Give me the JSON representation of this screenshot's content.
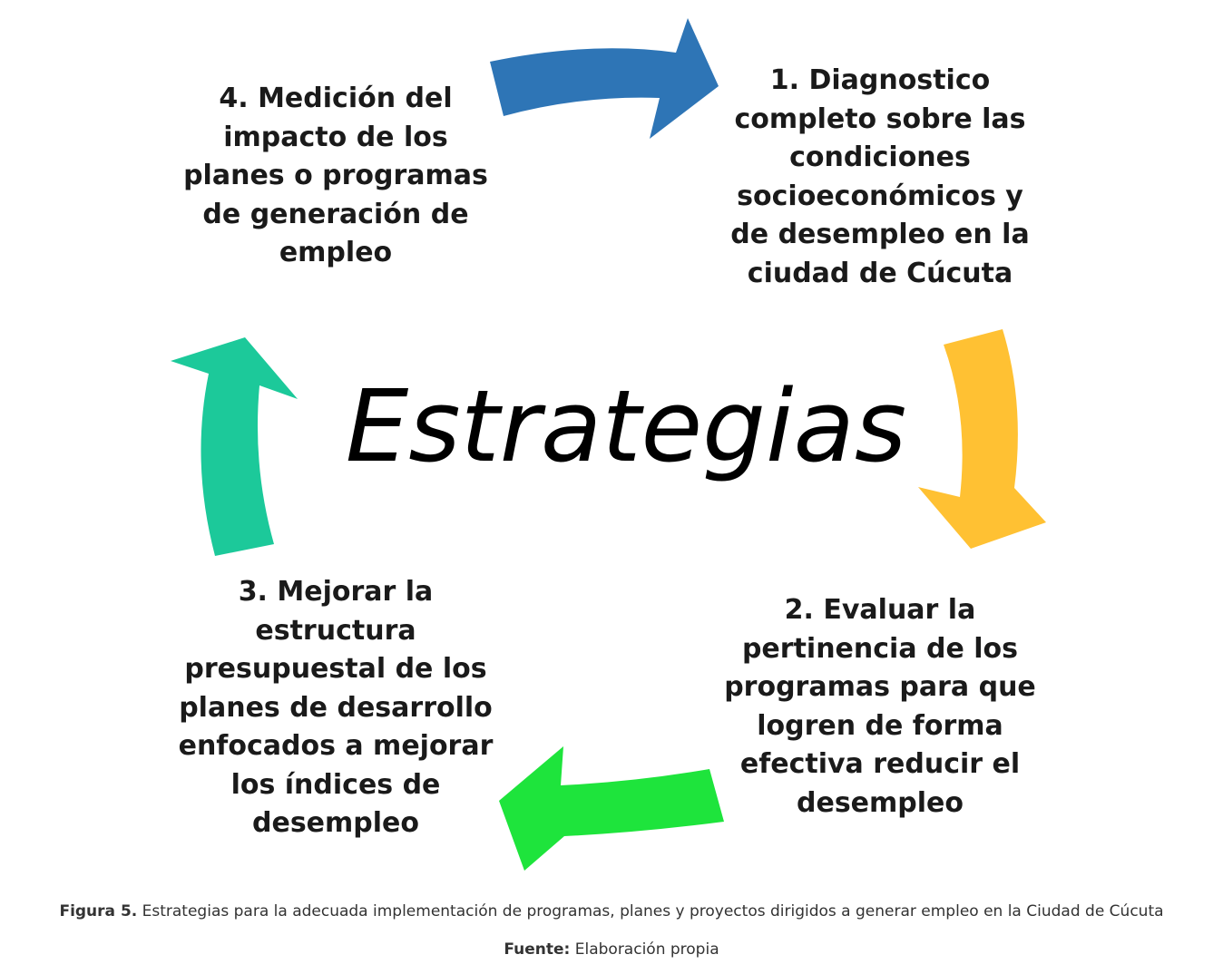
{
  "diagram": {
    "center_title": "Estrategias",
    "steps": [
      "1. Diagnostico completo sobre las condiciones socioeconómicos y de desempleo en la ciudad de Cúcuta",
      "2. Evaluar la pertinencia de los programas para que logren de forma efectiva reducir el desempleo",
      "3. Mejorar la estructura presupuestal de los planes de desarrollo enfocados a mejorar los índices de desempleo",
      "4. Medición del impacto de los planes o programas de generación de empleo"
    ],
    "arrow_colors": {
      "top": "#2E75B6",
      "right": "#FFC133",
      "bottom": "#1EE43C",
      "left": "#1CC99A"
    }
  },
  "caption": {
    "label": "Figura 5.",
    "text": " Estrategias para la adecuada implementación de programas, planes y proyectos dirigidos a generar empleo en la Ciudad de Cúcuta"
  },
  "source": {
    "label": "Fuente:",
    "text": " Elaboración propia"
  }
}
